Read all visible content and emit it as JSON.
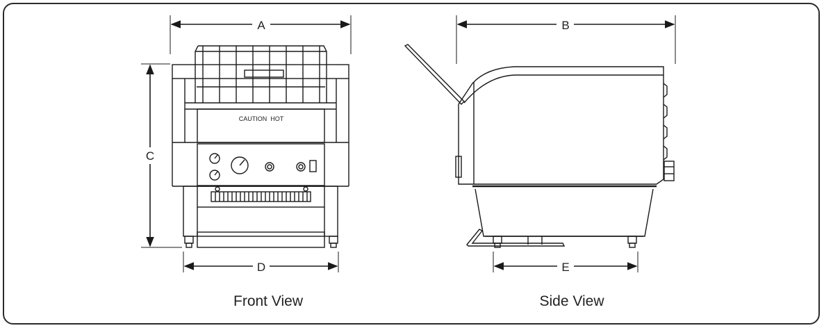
{
  "front_view": {
    "caption": "Front View",
    "dims": {
      "width_top": "A",
      "height": "C",
      "width_bottom": "D"
    },
    "caution_label": "CAUTION  HOT"
  },
  "side_view": {
    "caption": "Side View",
    "dims": {
      "depth_top": "B",
      "depth_bottom": "E"
    }
  },
  "colors": {
    "line": "#1a1a1a",
    "frame": "#2b2b2b",
    "background": "#ffffff"
  }
}
